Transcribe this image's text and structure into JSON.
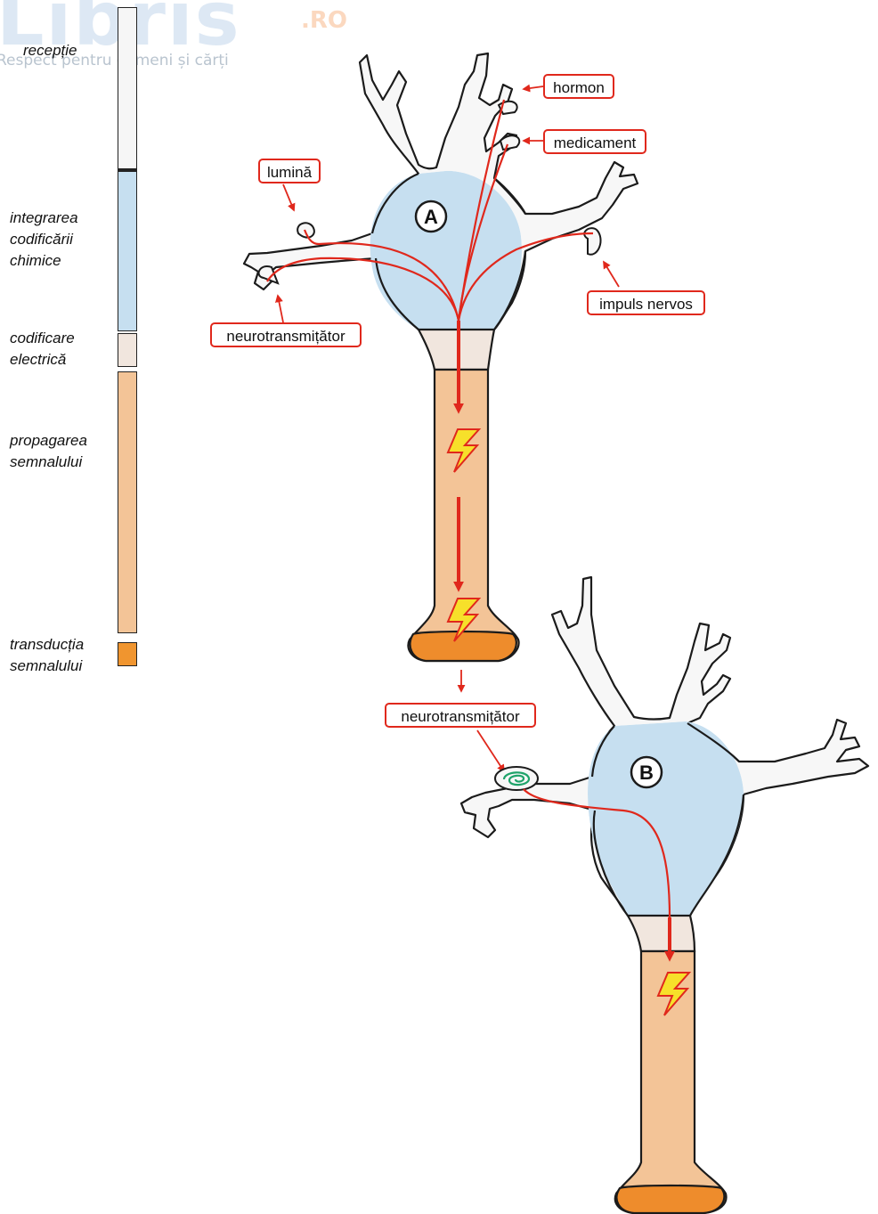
{
  "watermark": {
    "brand": "Libris",
    "suffix": ".RO",
    "tagline": "Respect pentru oameni și cărți"
  },
  "stages": [
    {
      "label": "recepție",
      "color": "#f6f6f6"
    },
    {
      "label": "integrarea codificării chimice",
      "color": "#c6dff0"
    },
    {
      "label": "codificare electrică",
      "color": "#f1e6de"
    },
    {
      "label": "propagarea semnalului",
      "color": "#f3c497"
    },
    {
      "label": "transducția semnalului",
      "color": "#f0952f"
    }
  ],
  "neurons": {
    "a": {
      "letter": "A"
    },
    "b": {
      "letter": "B"
    }
  },
  "inputs": {
    "hormone": "hormon",
    "drug": "medicament",
    "light": "lumină",
    "nerve_impulse": "impuls nervos",
    "neurotransmitter_in": "neurotransmițător"
  },
  "output": {
    "neurotransmitter_out": "neurotransmițător"
  },
  "colors": {
    "cell_body": "#c6dff0",
    "axon": "#f3c497",
    "terminal": "#ee8c2c",
    "signal": "#e0281c",
    "spark": "#f7e02a",
    "receptor": "#1fa36a"
  }
}
